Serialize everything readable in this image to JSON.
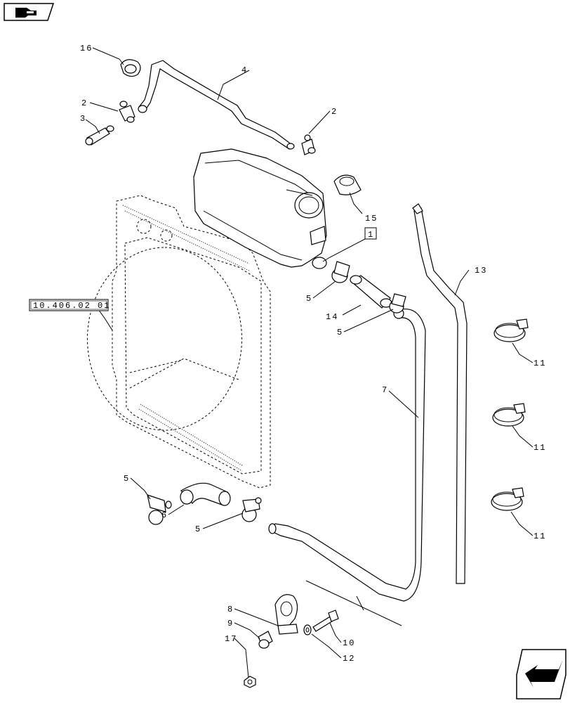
{
  "diagram": {
    "reference_box": "10.406.02 01",
    "balloons": {
      "p16": "16",
      "p4": "4",
      "p2a": "2",
      "p3": "3",
      "p2b": "2",
      "p15": "15",
      "p1": "1",
      "p13": "13",
      "p5a": "5",
      "p14": "14",
      "p5b": "5",
      "p11a": "11",
      "p7": "7",
      "p11b": "11",
      "p5c": "5",
      "p6": "6",
      "p5d": "5",
      "p11c": "11",
      "p8": "8",
      "p9": "9",
      "p17": "17",
      "p10": "10",
      "p12": "12"
    }
  },
  "nav": {
    "prev_icon": "hand-pointer-left-icon",
    "next_icon": "next-page-arrow-icon"
  }
}
